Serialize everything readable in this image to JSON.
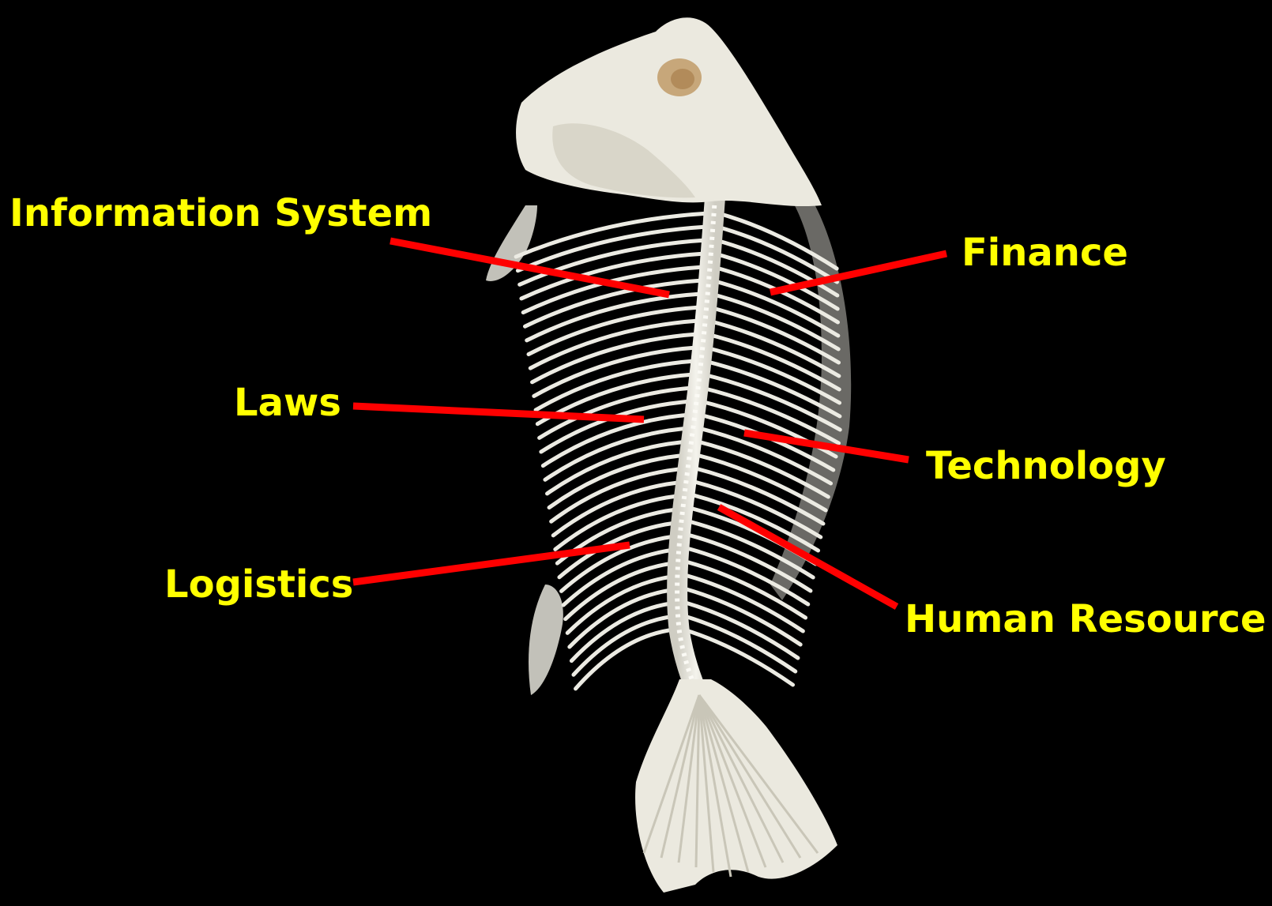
{
  "background_color": "#000000",
  "label_color": "#ffff00",
  "pointer_color": "#ff0000",
  "bone_color": "#ecebe3",
  "image": {
    "subject": "fish skeleton"
  },
  "labels": {
    "information_system": "Information System",
    "finance": "Finance",
    "laws": "Laws",
    "technology": "Technology",
    "logistics": "Logistics",
    "human_resource": "Human Resource"
  }
}
